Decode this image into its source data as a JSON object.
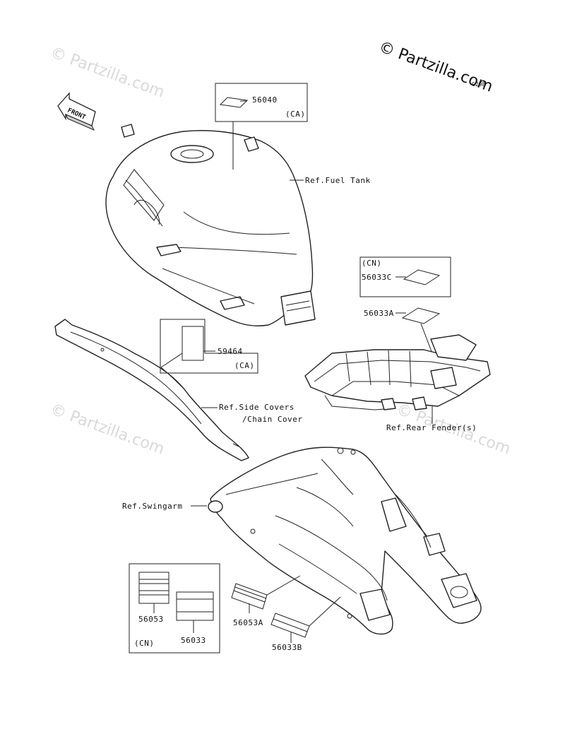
{
  "copyright": "© Partzilla.com",
  "watermark": "© Partzilla.com",
  "figure_code": "G298",
  "direction_label": "FRONT",
  "labels": {
    "p56040": "56040",
    "ca1": "(CA)",
    "ref_fuel_tank": "Ref.Fuel Tank",
    "cn1": "(CN)",
    "p56033C": "56033C",
    "p56033A": "56033A",
    "p59464": "59464",
    "ca2": "(CA)",
    "ref_side_covers": "Ref.Side Covers",
    "chain_cover": "/Chain Cover",
    "ref_rear_fender": "Ref.Rear Fender(s)",
    "ref_swingarm": "Ref.Swingarm",
    "p56053": "56053",
    "p56033": "56033",
    "cn2": "(CN)",
    "p56053A": "56053A",
    "p56033B": "56033B"
  }
}
